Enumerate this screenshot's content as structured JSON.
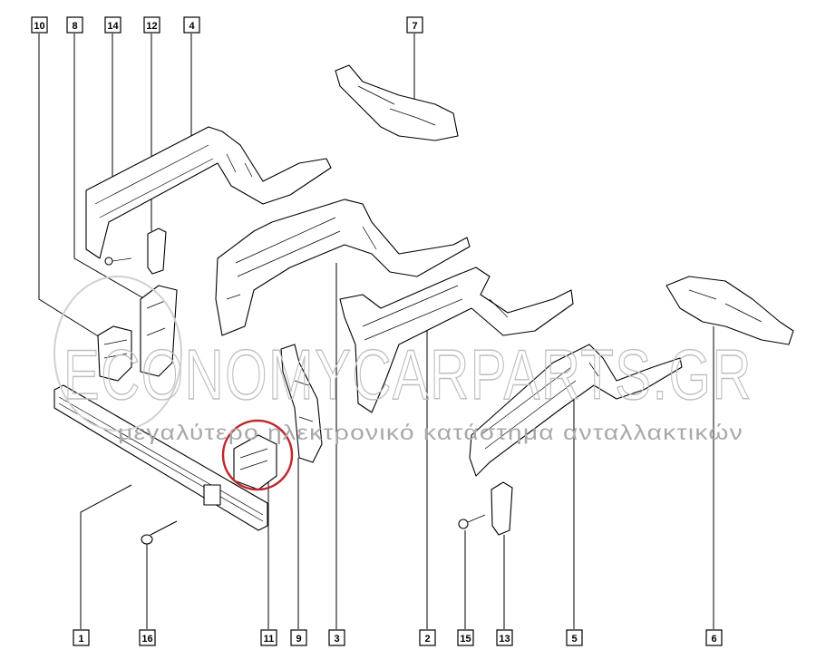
{
  "diagram": {
    "callouts_top": [
      "10",
      "8",
      "14",
      "12",
      "4",
      "7"
    ],
    "callouts_bottom": [
      "1",
      "16",
      "11",
      "9",
      "3",
      "2",
      "15",
      "13",
      "5",
      "6"
    ],
    "highlighted_part": "11",
    "highlight_color": "#c0272d"
  },
  "watermark": {
    "brand": "ECONOMYCARPARTS.GR",
    "tagline": "μεγαλύτερο ηλεκτρονικό κατάστημα ανταλλακτικών"
  }
}
